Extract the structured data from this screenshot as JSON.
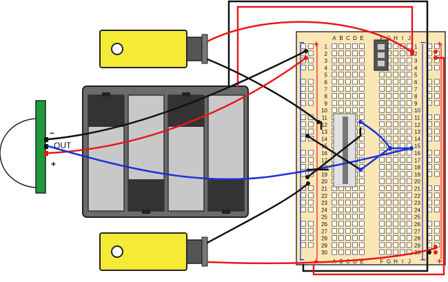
{
  "breadboard": {
    "column_letters_left": [
      "A",
      "B",
      "C",
      "D",
      "E"
    ],
    "column_letters_right": [
      "F",
      "G",
      "H",
      "I",
      "J"
    ],
    "row_numbers": [
      "1",
      "2",
      "3",
      "4",
      "5",
      "6",
      "7",
      "8",
      "9",
      "10",
      "11",
      "12",
      "13",
      "14",
      "15",
      "16",
      "17",
      "18",
      "19",
      "20",
      "21",
      "22",
      "23",
      "24",
      "25",
      "26",
      "27",
      "28",
      "29",
      "30"
    ],
    "rail_minus": "−",
    "rail_plus": "+"
  },
  "sensor": {
    "minus_label": "−",
    "out_label": "OUT",
    "plus_label": "+"
  },
  "colors": {
    "breadboard": "#fbe6b6",
    "breadboard_border": "#333333",
    "motor_body": "#f5ea36",
    "battery_holder": "#6b6b6b",
    "battery": "#c8c8c8",
    "sensor_board": "#1f9a3c",
    "wire_red": "#e8161a",
    "wire_black": "#111111",
    "wire_blue": "#1a33d8"
  },
  "components": [
    "motor-top",
    "motor-bottom",
    "battery-pack",
    "pir-sensor",
    "motor-driver-chip",
    "voltage-regulator",
    "breadboard"
  ]
}
